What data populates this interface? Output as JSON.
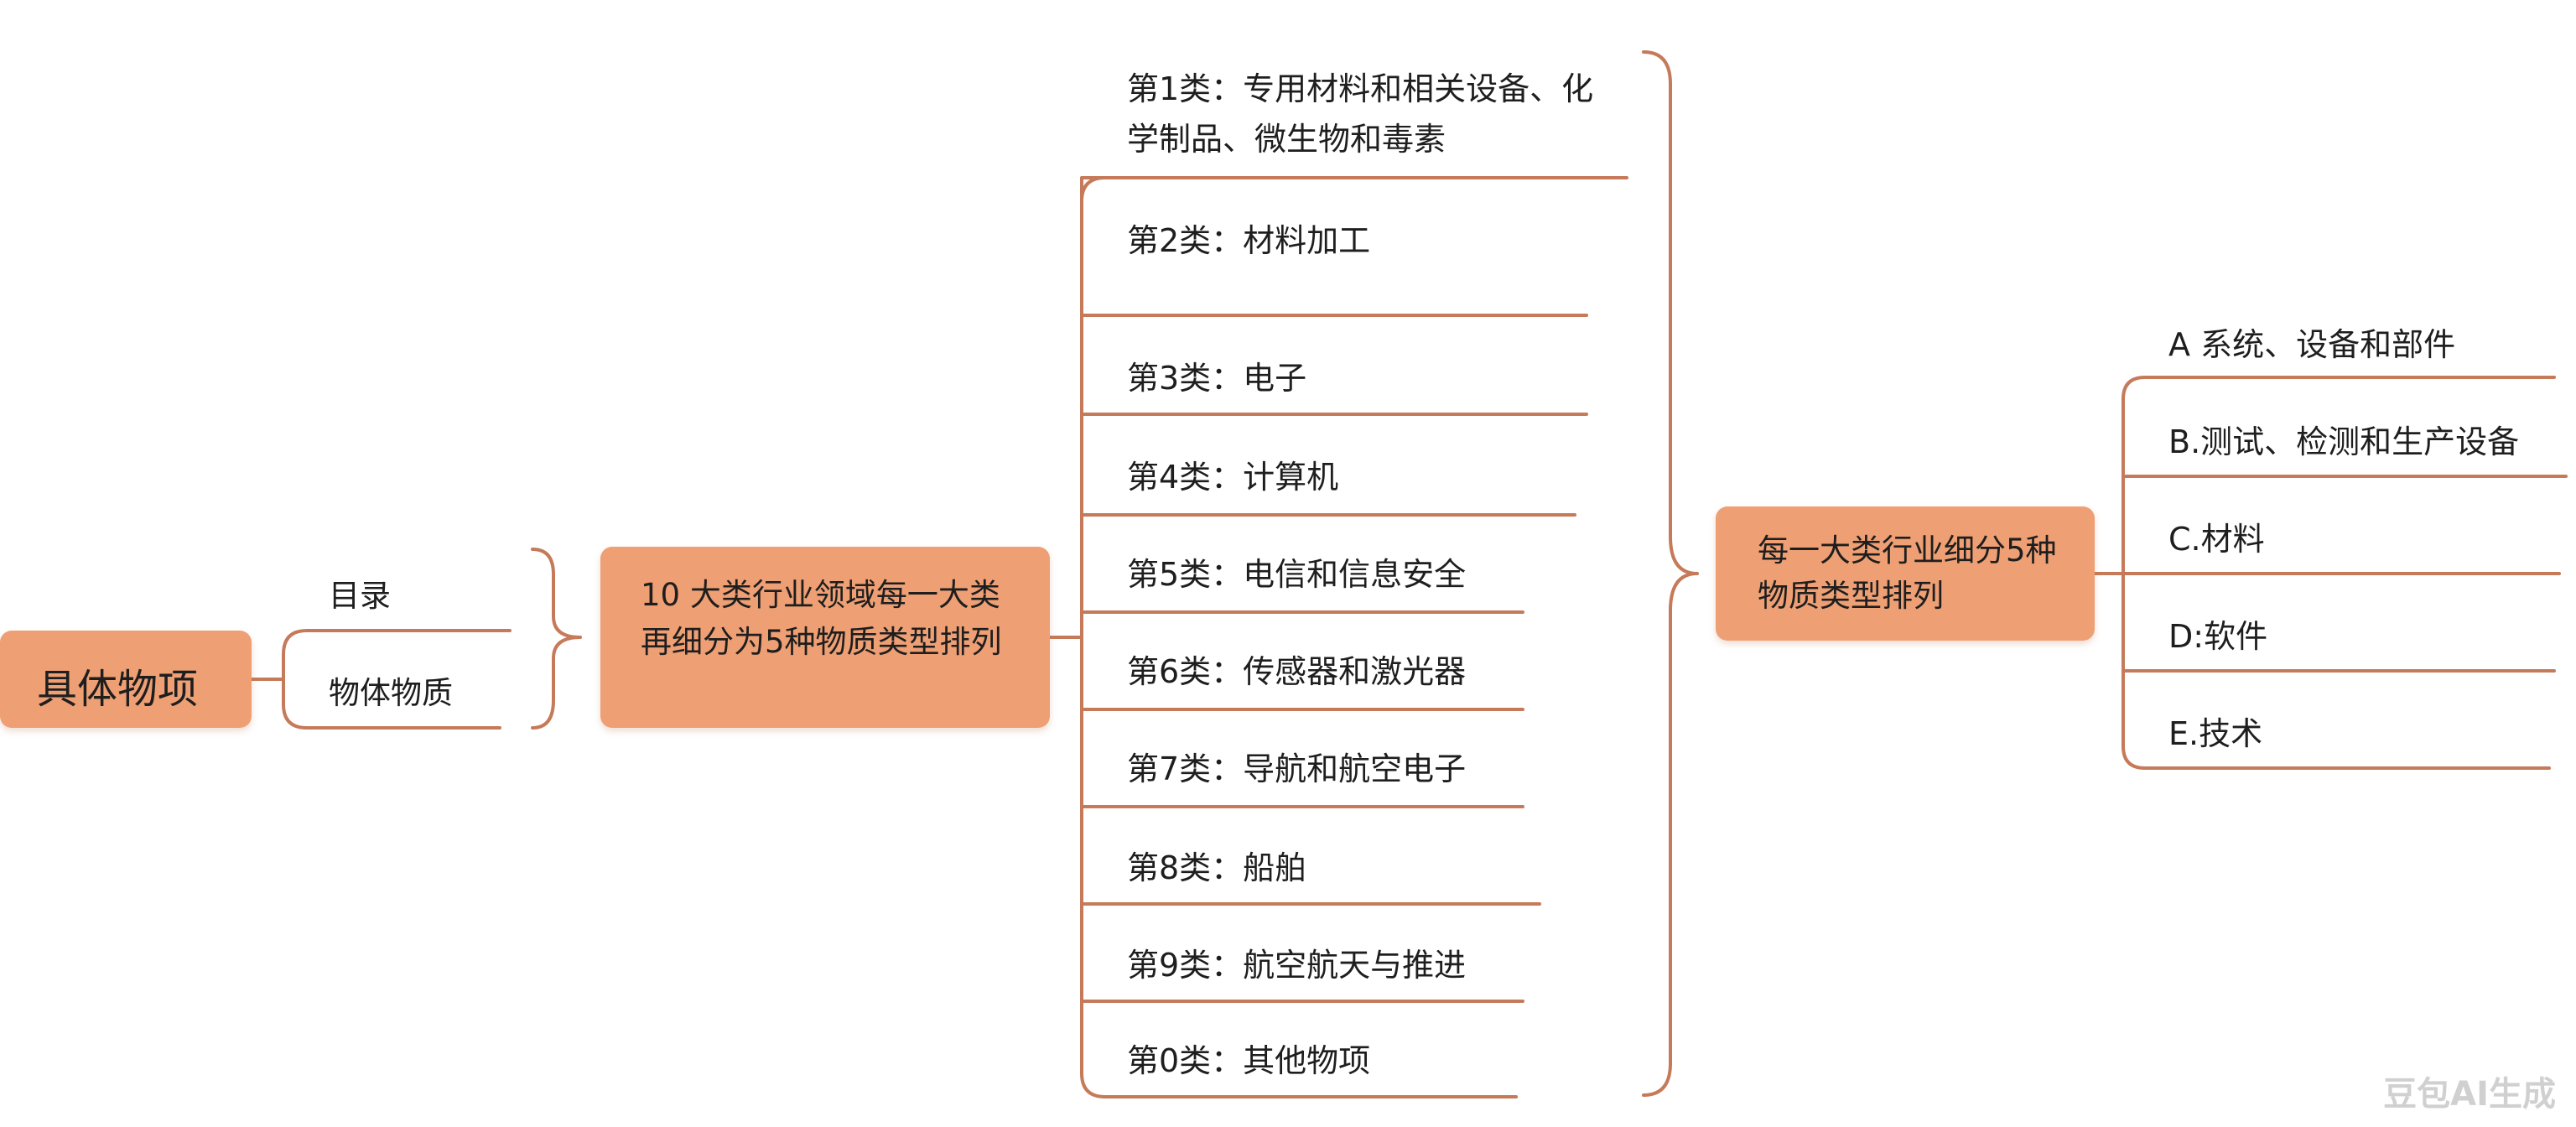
{
  "root": {
    "label": "具体物项"
  },
  "level1": [
    {
      "label": "目录"
    },
    {
      "label": "物体物质"
    }
  ],
  "middle": {
    "label": "10 大类行业领域每一大类再细分为5种物质类型排列"
  },
  "categories": [
    {
      "label": "第1类：专用材料和相关设备、化学制品、微生物和毒素"
    },
    {
      "label": "第2类：材料加工"
    },
    {
      "label": "第3类：电子"
    },
    {
      "label": "第4类：计算机"
    },
    {
      "label": "第5类：电信和信息安全"
    },
    {
      "label": "第6类：传感器和激光器"
    },
    {
      "label": "第7类：导航和航空电子"
    },
    {
      "label": "第8类：船舶"
    },
    {
      "label": "第9类：航空航天与推进"
    },
    {
      "label": "第0类：其他物项"
    }
  ],
  "right_node": {
    "label": "每一大类行业细分5种物质类型排列"
  },
  "types": [
    {
      "label": "A 系统、设备和部件"
    },
    {
      "label": "B.测试、检测和生产设备"
    },
    {
      "label": "C.材料"
    },
    {
      "label": "D:软件"
    },
    {
      "label": "E.技术"
    }
  ],
  "watermark": "豆包AI生成",
  "colors": {
    "node_fill": "#ee9f74",
    "connector": "#c57a5a",
    "text": "#1e1e1e"
  }
}
